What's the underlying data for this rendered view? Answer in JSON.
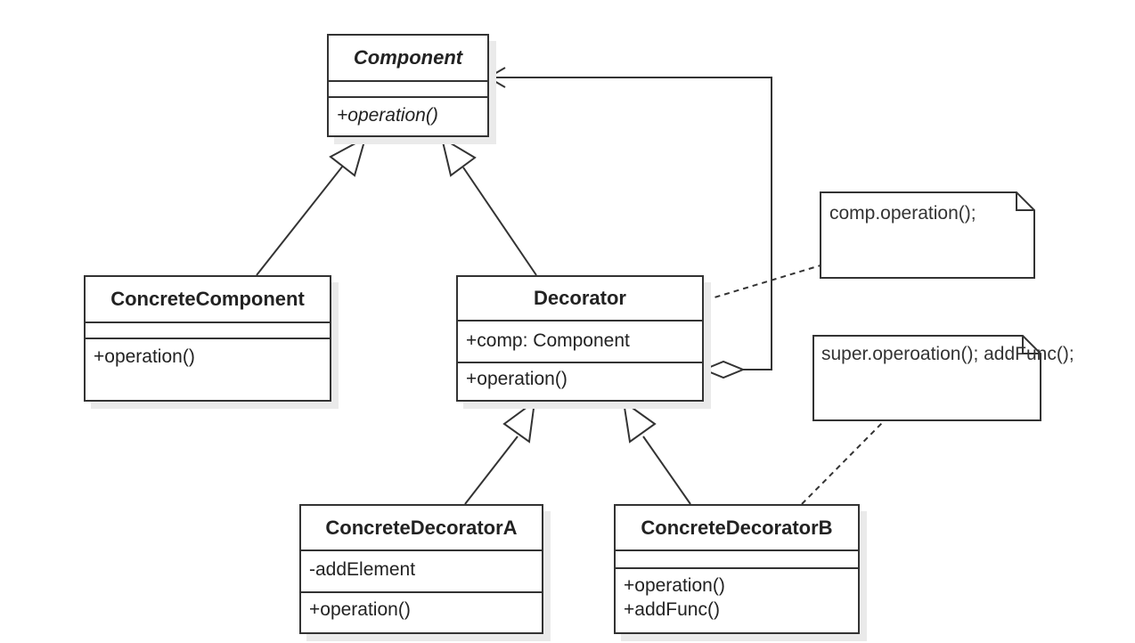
{
  "classes": {
    "component": {
      "name": "Component",
      "attributes": [],
      "methods": [
        "+operation()"
      ]
    },
    "concrete_component": {
      "name": "ConcreteComponent",
      "attributes": [],
      "methods": [
        "+operation()"
      ]
    },
    "decorator": {
      "name": "Decorator",
      "attributes": [
        "+comp: Component"
      ],
      "methods": [
        "+operation()"
      ]
    },
    "concrete_decorator_a": {
      "name": "ConcreteDecoratorA",
      "attributes": [
        "-addElement"
      ],
      "methods": [
        "+operation()"
      ]
    },
    "concrete_decorator_b": {
      "name": "ConcreteDecoratorB",
      "attributes": [],
      "methods": [
        "+operation()",
        "+addFunc()"
      ]
    }
  },
  "notes": {
    "decorator_note": [
      "comp.operation();"
    ],
    "decorator_b_note": [
      "super.operoation();",
      "addFunc();"
    ]
  },
  "colors": {
    "stroke": "#333333",
    "shadow": "#eaeaea",
    "background": "#ffffff"
  }
}
